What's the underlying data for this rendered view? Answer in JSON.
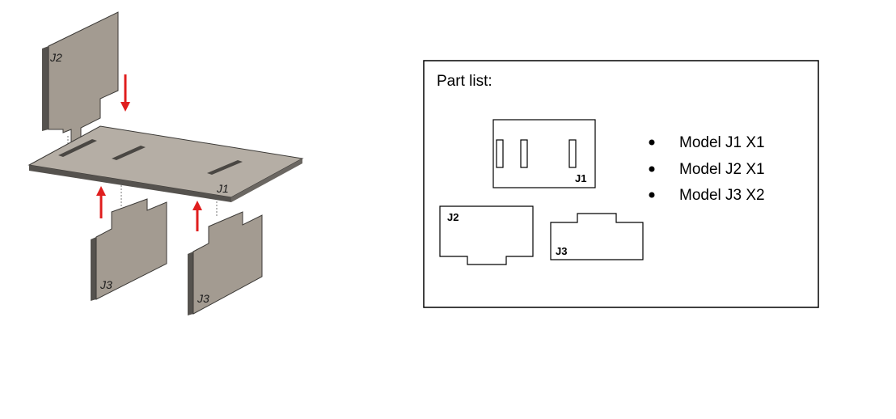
{
  "assembly": {
    "labels": {
      "j2": "J2",
      "j1": "J1",
      "j3_left": "J3",
      "j3_right": "J3"
    }
  },
  "part_list": {
    "title": "Part list:",
    "flat_labels": {
      "j1": "J1",
      "j2": "J2",
      "j3": "J3"
    },
    "items": [
      "Model J1 X1",
      "Model J2 X1",
      "Model J3 X2"
    ]
  },
  "colors": {
    "panel_face": "#a39b91",
    "panel_edge": "#55524e",
    "panel_top": "#b5aea5",
    "slot": "#4a4743",
    "arrow": "#e01e1e",
    "outline": "#000000"
  }
}
